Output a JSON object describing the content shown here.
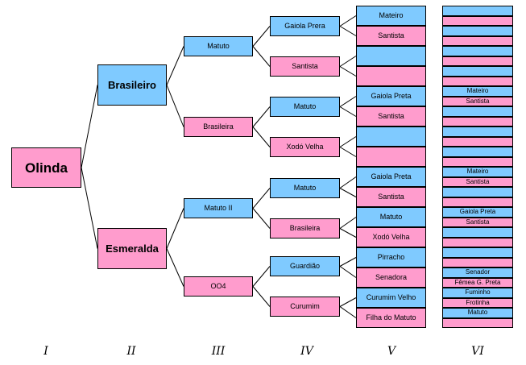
{
  "colors": {
    "male": "#7fcaff",
    "female": "#ff9ccd",
    "line": "#000000"
  },
  "generations": [
    "I",
    "II",
    "III",
    "IV",
    "V",
    "VI"
  ],
  "pedigree": {
    "root": "Olinda",
    "gen2": [
      "Brasileiro",
      "Esmeralda"
    ],
    "gen3": [
      "Matuto",
      "Brasileira",
      "Matuto II",
      "OO4"
    ],
    "gen4": [
      "Gaiola Prera",
      "Santista",
      "Matuto",
      "Xodó Velha",
      "Matuto",
      "Brasileira",
      "Guardião",
      "Curumim"
    ],
    "gen5": [
      "Mateiro",
      "Santista",
      "",
      "",
      "Gaiola Preta",
      "Santista",
      "",
      "",
      "Gaiola Preta",
      "Santista",
      "Matuto",
      "Xodó Velha",
      "Pirracho",
      "Senadora",
      "Curumim Velho",
      "Filha do Matuto"
    ],
    "gen6": [
      "",
      "",
      "",
      "",
      "",
      "",
      "",
      "",
      "Mateiro",
      "Santista",
      "",
      "",
      "",
      "",
      "",
      "",
      "Mateiro",
      "Santista",
      "",
      "",
      "Gaiola Preta",
      "Santista",
      "",
      "",
      "",
      "",
      "Senador",
      "Fêmea G. Preta",
      "Fuminho",
      "Frotinha",
      "Matuto",
      ""
    ]
  }
}
